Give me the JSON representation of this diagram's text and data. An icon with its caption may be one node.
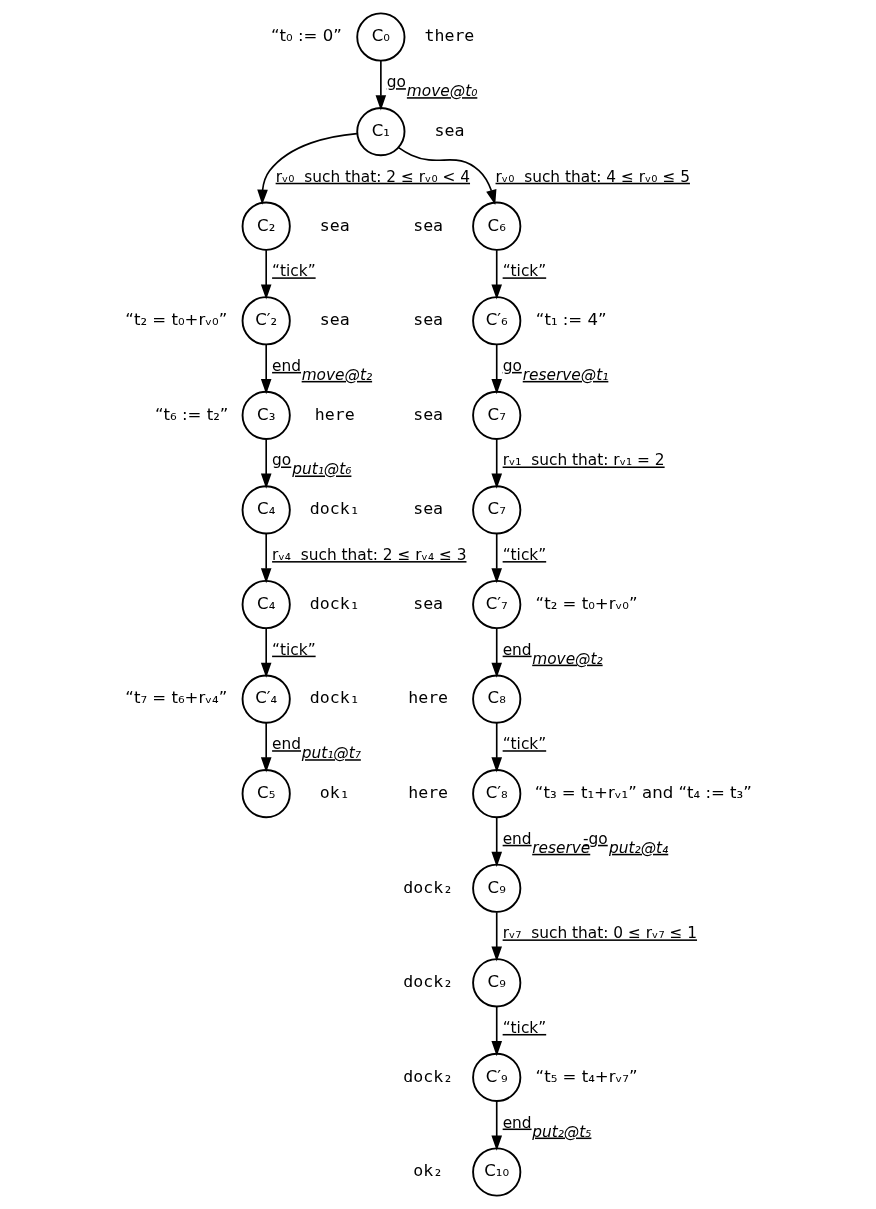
{
  "diagram": {
    "nodes": [
      {
        "text": [
          "C₀"
        ],
        "beside": [
          "“t₀ := 0”",
          "there"
        ]
      },
      {
        "text": [
          "C₁"
        ],
        "beside": [
          "sea"
        ]
      },
      {
        "text": [
          "C₂"
        ],
        "beside": [
          "sea"
        ]
      },
      {
        "text": [
          "C′₂"
        ],
        "beside": [
          "“t₂ = t₀+rᵥ₀”",
          "sea"
        ]
      },
      {
        "text": [
          "C₃"
        ],
        "beside": [
          "“t₆ := t₂”",
          "here"
        ]
      },
      {
        "text": [
          "C₄"
        ],
        "beside": [
          "dock₁"
        ]
      },
      {
        "text": [
          "C₄"
        ],
        "beside": [
          "dock₁"
        ]
      },
      {
        "text": [
          "C′₄"
        ],
        "beside": [
          "“t₇ = t₆+rᵥ₄”",
          "dock₁"
        ]
      },
      {
        "text": [
          "C₅"
        ],
        "beside": [
          "ok₁"
        ]
      },
      {
        "text": [
          "C₆"
        ],
        "beside": [
          "sea"
        ]
      },
      {
        "text": [
          "C′₆"
        ],
        "beside": [
          "sea",
          "“t₁ := 4”"
        ]
      },
      {
        "text": [
          "C₇"
        ],
        "beside": [
          "sea"
        ]
      },
      {
        "text": [
          "C₇"
        ],
        "beside": [
          "sea"
        ]
      },
      {
        "text": [
          "C′₇"
        ],
        "beside": [
          "sea",
          "“t₂ = t₀+rᵥ₀”"
        ]
      },
      {
        "text": [
          "C₈"
        ],
        "beside": [
          "here"
        ]
      },
      {
        "text": [
          "C′₈"
        ],
        "beside": [
          "here",
          "“t₃ = t₁+rᵥ₁” and “t₄ := t₃”"
        ]
      },
      {
        "text": [
          "C₉"
        ],
        "beside": [
          "dock₂"
        ]
      },
      {
        "text": [
          "C₉"
        ],
        "beside": [
          "dock₂"
        ]
      },
      {
        "text": [
          "C′₉"
        ],
        "beside": [
          "dock₂",
          "“t₅ = t₄+rᵥ₇”"
        ]
      },
      {
        "text": [
          "C₁₀"
        ],
        "beside": [
          "ok₂"
        ]
      }
    ],
    "edges": [
      {
        "from": 0,
        "to": 1,
        "arrow": "to",
        "label": "go$_{move@t₀}$"
      },
      {
        "from": 1,
        "to": 2,
        "arrow": "to",
        "label": "rᵥ₀  such that: 2 ≤ rᵥ₀ < 4"
      },
      {
        "from": 2,
        "to": 3,
        "arrow": "to",
        "label": "“tick”"
      },
      {
        "from": 3,
        "to": 4,
        "arrow": "to",
        "label": "end$_{move@t₂}$"
      },
      {
        "from": 4,
        "to": 5,
        "arrow": "to",
        "label": "go$_{put₁@t₆}$"
      },
      {
        "from": 5,
        "to": 6,
        "arrow": "to",
        "label": "rᵥ₄  such that: 2 ≤ rᵥ₄ ≤ 3"
      },
      {
        "from": 6,
        "to": 7,
        "arrow": "to",
        "label": "“tick”"
      },
      {
        "from": 7,
        "to": 8,
        "arrow": "to",
        "label": "end$_{put₁@t₇}$"
      },
      {
        "from": 1,
        "to": 9,
        "arrow": "to",
        "label": "rᵥ₀  such that: 4 ≤ rᵥ₀ ≤ 5"
      },
      {
        "from": 9,
        "to": 10,
        "arrow": "to",
        "label": "“tick”"
      },
      {
        "from": 10,
        "to": 11,
        "arrow": "to",
        "label": "go$_{reserve@t₁}$"
      },
      {
        "from": 11,
        "to": 12,
        "arrow": "to",
        "label": "rᵥ₁  such that: rᵥ₁ = 2"
      },
      {
        "from": 12,
        "to": 13,
        "arrow": "to",
        "label": "“tick”"
      },
      {
        "from": 13,
        "to": 14,
        "arrow": "to",
        "label": "end$_{move@t₂}$"
      },
      {
        "from": 14,
        "to": 15,
        "arrow": "to",
        "label": "“tick”"
      },
      {
        "from": 15,
        "to": 16,
        "arrow": "to",
        "label": "end$_{reserve}$-go$_{put₂@t₄}$"
      },
      {
        "from": 16,
        "to": 17,
        "arrow": "to",
        "label": "rᵥ₇  such that: 0 ≤ rᵥ₇ ≤ 1"
      },
      {
        "from": 17,
        "to": 18,
        "arrow": "to",
        "label": "“tick”"
      },
      {
        "from": 18,
        "to": 19,
        "arrow": "to",
        "label": "end$_{put₂@t₅}$"
      }
    ]
  }
}
